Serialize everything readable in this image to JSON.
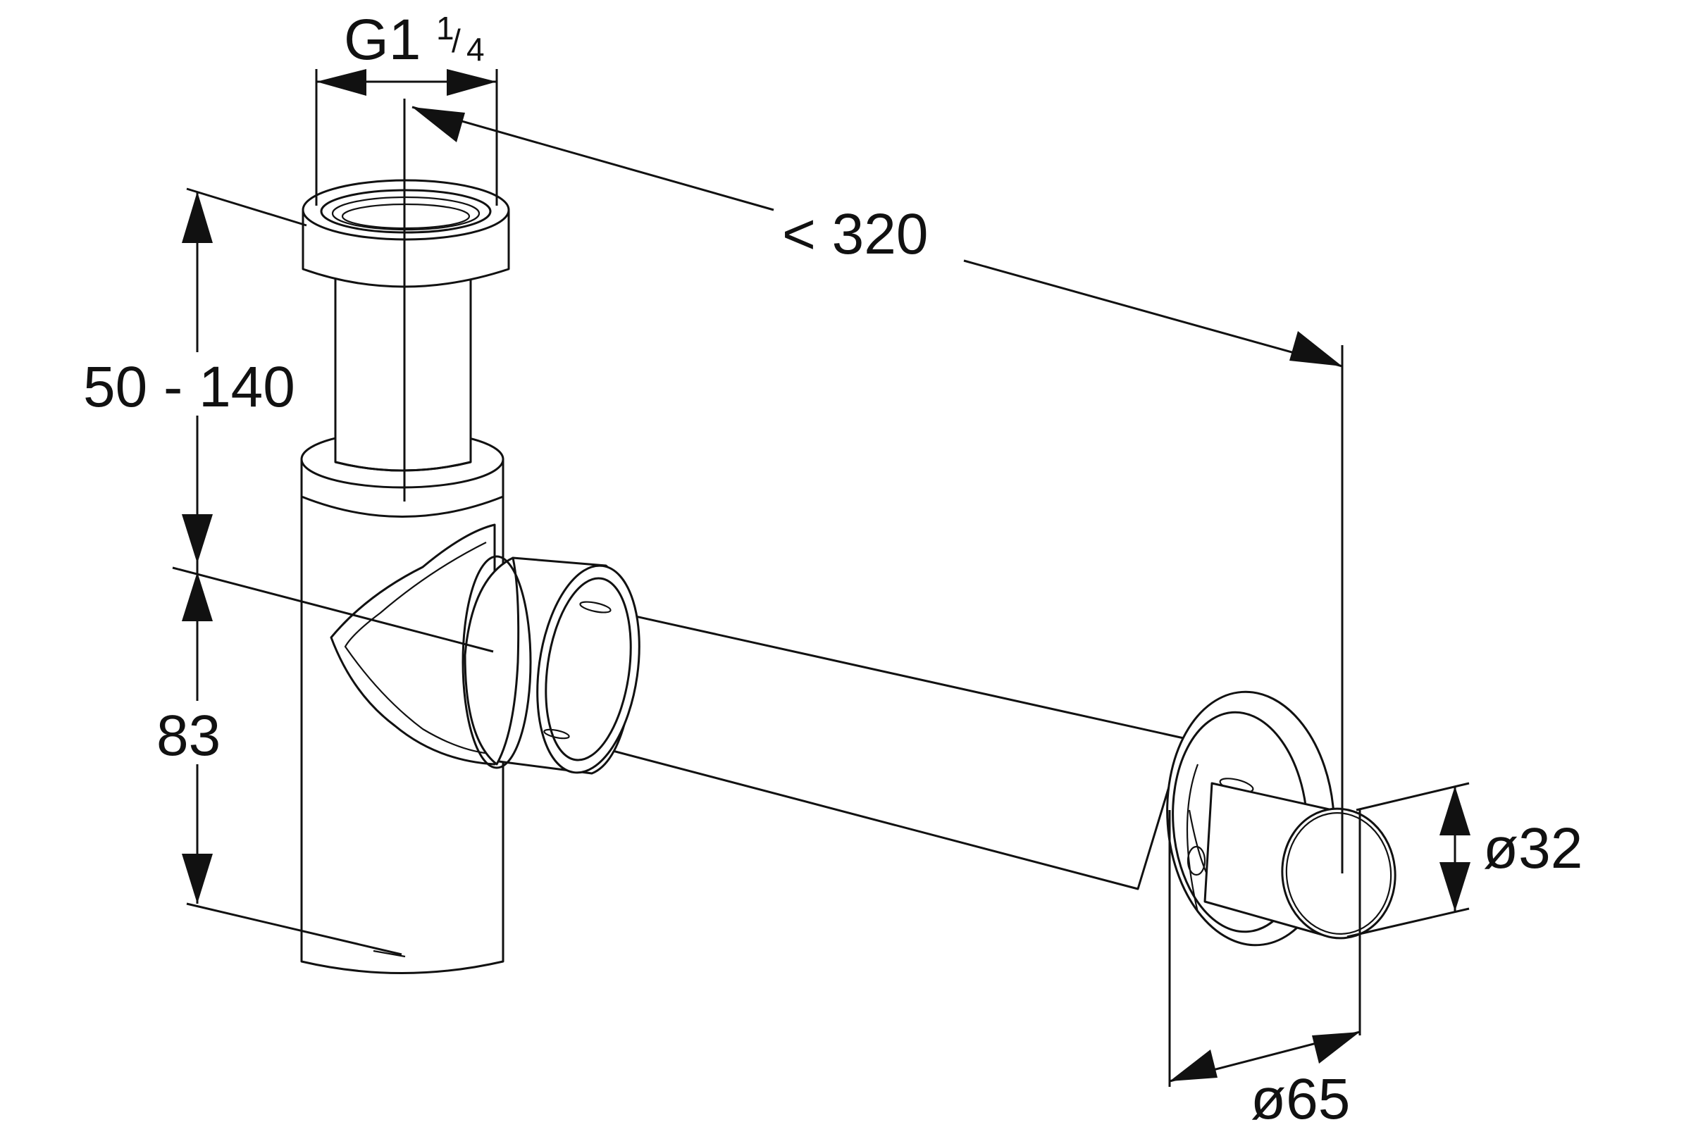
{
  "diagram": {
    "dimensions": {
      "thread": {
        "main": "G1",
        "num": "1",
        "slash": "/",
        "den": "4"
      },
      "reach": "< 320",
      "height_range": "50 - 140",
      "outlet_height": "83",
      "pipe_diameter": "ø32",
      "rosette_diameter": "ø65"
    },
    "colors": {
      "line": "#111111",
      "background": "#ffffff"
    }
  }
}
